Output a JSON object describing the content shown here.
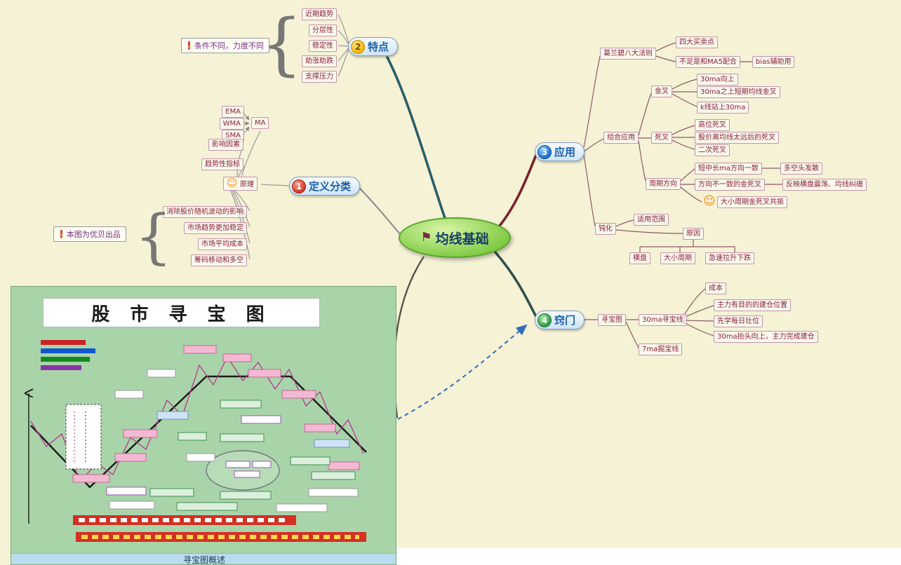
{
  "icons": {
    "flag": "⚑",
    "smiley": "☺",
    "exclaim": "!",
    "brace": "{"
  },
  "center": {
    "label": "均线基础"
  },
  "tedian": {
    "num": "2",
    "label": "特点",
    "note": "条件不同，力度不同",
    "items": [
      "近期趋势",
      "分层性",
      "稳定性",
      "助涨助跌",
      "支撑压力"
    ]
  },
  "dingyi": {
    "num": "1",
    "label": "定义分类",
    "yuanli": "原理",
    "ema": "EMA",
    "wma": "WMA",
    "sma": "SMA",
    "ma": "MA",
    "factor": "影响因素",
    "trend": "趋势性指标",
    "items": [
      "消除股价随机波动的影响",
      "市场趋势更加稳定",
      "市场平均成本",
      "筹码移动和多空"
    ],
    "note": "本图为优贝出品"
  },
  "yingyong": {
    "num": "3",
    "label": "应用",
    "ge": "葛兰碧八大法则",
    "ge_buy": "四大买卖点",
    "ge_lack": "不足是和MA5配合",
    "ge_bias": "bias辅助用",
    "zuhe": "组合应用",
    "jincha": "金叉",
    "jincha_items": [
      "30ma向上",
      "30ma之上短期均线金叉",
      "k线站上30ma"
    ],
    "sicha": "死叉",
    "sicha_items": [
      "高位死叉",
      "股价离均线太远后的死叉",
      "二次死叉"
    ],
    "zhouqi": "周期方向",
    "zq_same": "短中长ma方向一致",
    "zq_same_r": "多空头发散",
    "zq_diff": "方向不一致的金死叉",
    "zq_diff_r": "反映横盘震荡、均线纠缠",
    "zq_res": "大小周期金死叉共振",
    "dunhua": "钝化",
    "shiyong": "适用范围",
    "yuanyin": "原因",
    "yy_items": [
      "横盘",
      "大小周期",
      "急速拉升下跌"
    ]
  },
  "qiaomen": {
    "num": "4",
    "label": "窍门",
    "xunbaotu": "寻宝图",
    "line30": "30ma寻宝线",
    "items": [
      "成本",
      "主力有目的的建仓位置",
      "先学每日壮位",
      "30ma抬头向上，主力完成建仓"
    ],
    "line7": "7ma掘宝线"
  },
  "treasure": {
    "title": "股 市 寻 宝 图",
    "footer": "寻宝图概述"
  }
}
